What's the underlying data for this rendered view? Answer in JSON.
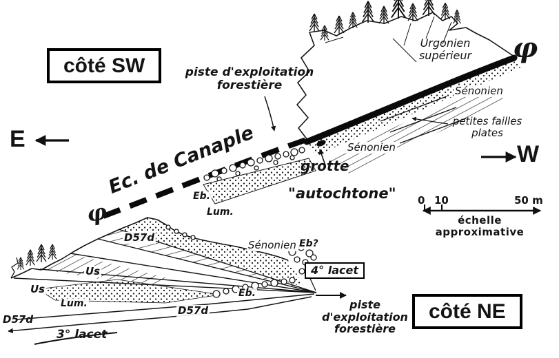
{
  "section_sw": {
    "title": "côté SW",
    "compass_east": "E",
    "compass_west": "W",
    "phi_right": "φ",
    "phi_left": "φ",
    "road_name": "Ec. de Canaple",
    "piste_label": {
      "line1": "piste d'exploitation",
      "line2": "forestière"
    },
    "urgonien": {
      "line1": "Urgonien",
      "line2": "supérieur"
    },
    "senonien_upper": "Sénonien",
    "failles": {
      "line1": "petites failles",
      "line2": "plates"
    },
    "senonien_mid": "Sénonien",
    "grotte": "grotte",
    "autochtone": "\"autochtone\"",
    "eb": "Eb.",
    "lum": "Lum."
  },
  "scale": {
    "t0": "0",
    "t10": "10",
    "t50": "50 m",
    "caption": "échelle approximative"
  },
  "section_ne": {
    "title": "côté NE",
    "d57d_top": "D57d",
    "senonien": "Sénonien",
    "eb_query": "Eb?",
    "us_upper": "Us",
    "us_lower": "Us",
    "lacet4": "4° lacet",
    "eb": "Eb.",
    "lum": "Lum.",
    "d57d_mid": "D57d",
    "piste_label": {
      "line1": "piste",
      "line2": "d'exploitation",
      "line3": "forestière"
    },
    "d57d_exit": "D57d",
    "lacet3": "3° lacet"
  }
}
